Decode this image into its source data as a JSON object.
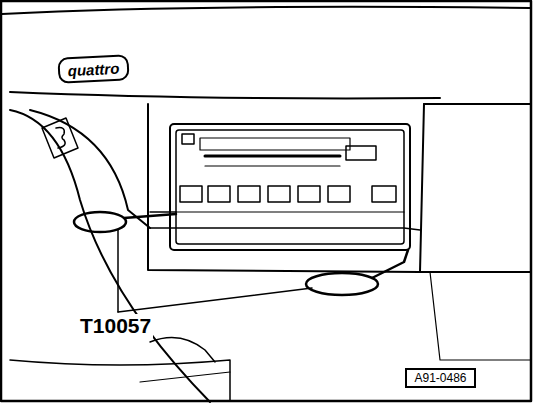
{
  "diagram": {
    "nodes": [
      {
        "text": [
          "quattro"
        ]
      },
      {
        "text": [
          "A91-0486"
        ]
      }
    ],
    "labels": [
      "T10057"
    ]
  }
}
